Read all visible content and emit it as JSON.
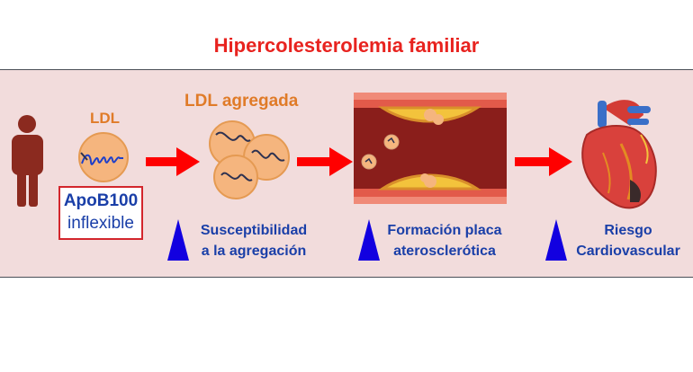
{
  "title": "Hipercolesterolemia familiar",
  "ldl_label": "LDL",
  "ldl_agg_label": "LDL agregada",
  "apo_line1": "ApoB100",
  "apo_line2": "inflexible",
  "captions": [
    {
      "line1": "Susceptibilidad",
      "line2": "a la agregación"
    },
    {
      "line1": "Formación placa",
      "line2": "aterosclerótica"
    },
    {
      "line1": "Riesgo",
      "line2": "Cardiovascular"
    }
  ],
  "colors": {
    "title": "#e8231f",
    "arrow": "#ff0000",
    "caption": "#1a3fa8",
    "ldl_fill": "#f5b57e",
    "ldl_label": "#e07b28"
  }
}
